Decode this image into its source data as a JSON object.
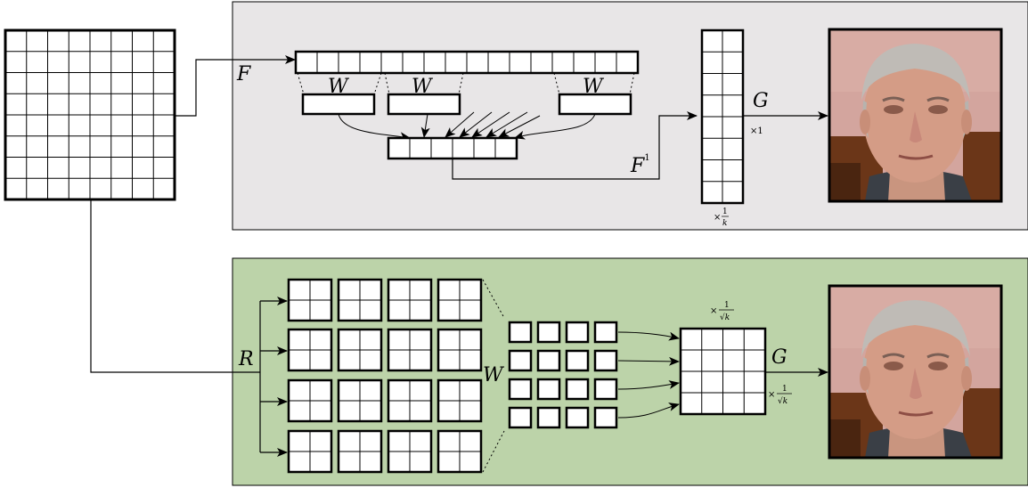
{
  "labels": {
    "fourier_transform": "F",
    "weights_top": "W",
    "inverse_transform_base": "F",
    "inverse_transform_exp": "-1",
    "output_top": "G",
    "scale_x1": "×1",
    "scale_1_over_k_times": "×",
    "scale_1_over_k_num": "1",
    "scale_1_over_k_den": "k",
    "reshape": "R",
    "weights_bottom": "W",
    "output_bottom": "G",
    "scale_sqrt_times": "×",
    "scale_sqrt_num": "1",
    "scale_sqrt_den": "√k"
  },
  "colors": {
    "top_panel": "#e8e6e7",
    "bottom_panel": "#bcd3a9",
    "stroke": "#000000",
    "photo_bg": "#d3a59e",
    "photo_wood": "#6b3618"
  }
}
